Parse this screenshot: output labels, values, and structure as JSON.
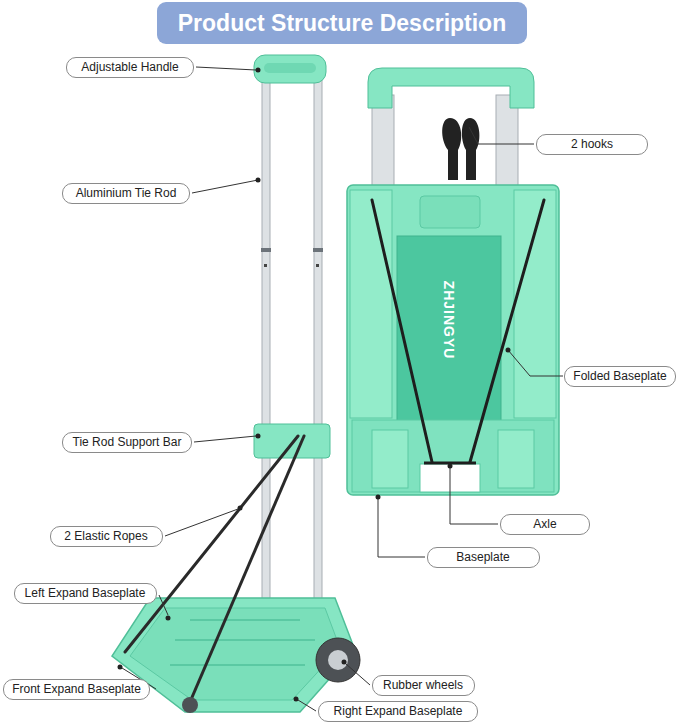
{
  "diagram": {
    "title": "Product Structure Description",
    "nodes": [
      {
        "text": [
          "Adjustable Handle"
        ]
      },
      {
        "text": [
          "2 hooks"
        ]
      },
      {
        "text": [
          "Aluminium Tie Rod"
        ]
      },
      {
        "text": [
          "Folded Baseplate"
        ]
      },
      {
        "text": [
          "Tie Rod Support Bar"
        ]
      },
      {
        "text": [
          "Axle"
        ]
      },
      {
        "text": [
          "Baseplate"
        ]
      },
      {
        "text": [
          "2 Elastic Ropes"
        ]
      },
      {
        "text": [
          "Left Expand Baseplate"
        ]
      },
      {
        "text": [
          "Rubber wheels"
        ]
      },
      {
        "text": [
          "Front Expand Baseplate"
        ]
      },
      {
        "text": [
          "Right Expand Baseplate"
        ]
      }
    ],
    "labels": [
      "ZHJINGYU"
    ]
  }
}
